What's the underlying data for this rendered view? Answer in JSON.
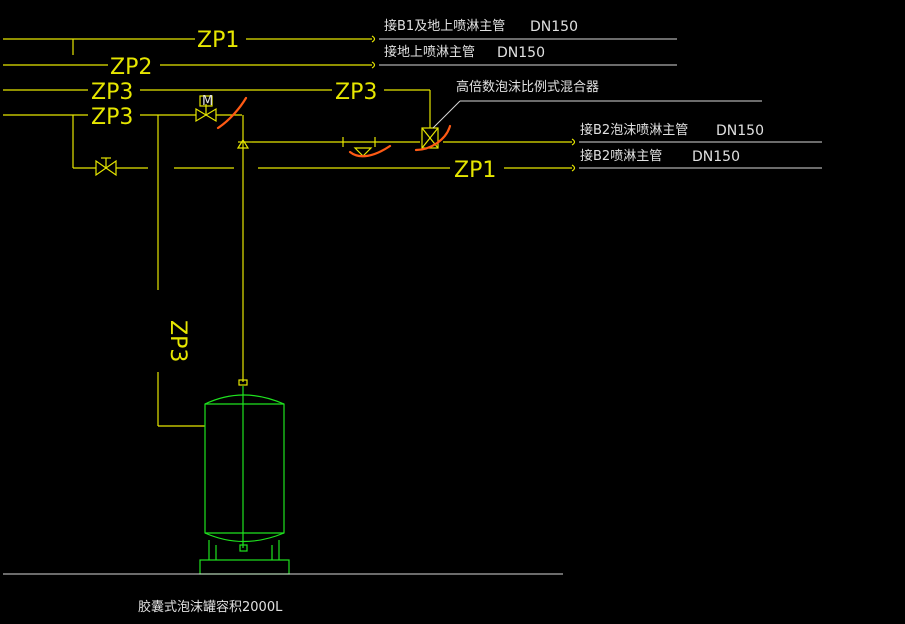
{
  "labels": {
    "zp1_top": "ZP1",
    "zp2": "ZP2",
    "zp3_a": "ZP3",
    "zp3_b": "ZP3",
    "zp3_mid": "ZP3",
    "zp1_right": "ZP1",
    "zp3_vertical": "ZP3"
  },
  "callouts": {
    "b1_main": "接B1及地上喷淋主管",
    "b1_main_dn": "DN150",
    "ground_main": "接地上喷淋主管",
    "ground_main_dn": "DN150",
    "mixer": "高倍数泡沫比例式混合器",
    "b2_foam_main": "接B2泡沫喷淋主管",
    "b2_foam_main_dn": "DN150",
    "b2_main": "接B2喷淋主管",
    "b2_main_dn": "DN150"
  },
  "tank_caption": "胶囊式泡沫罐容积2000L",
  "valve_tag": "M",
  "colors": {
    "background": "#000000",
    "pipe_yellow": "#e6e600",
    "leader_white": "#d8d8d8",
    "tank_green": "#1fe21f",
    "markup_orange": "#ff5a14"
  }
}
